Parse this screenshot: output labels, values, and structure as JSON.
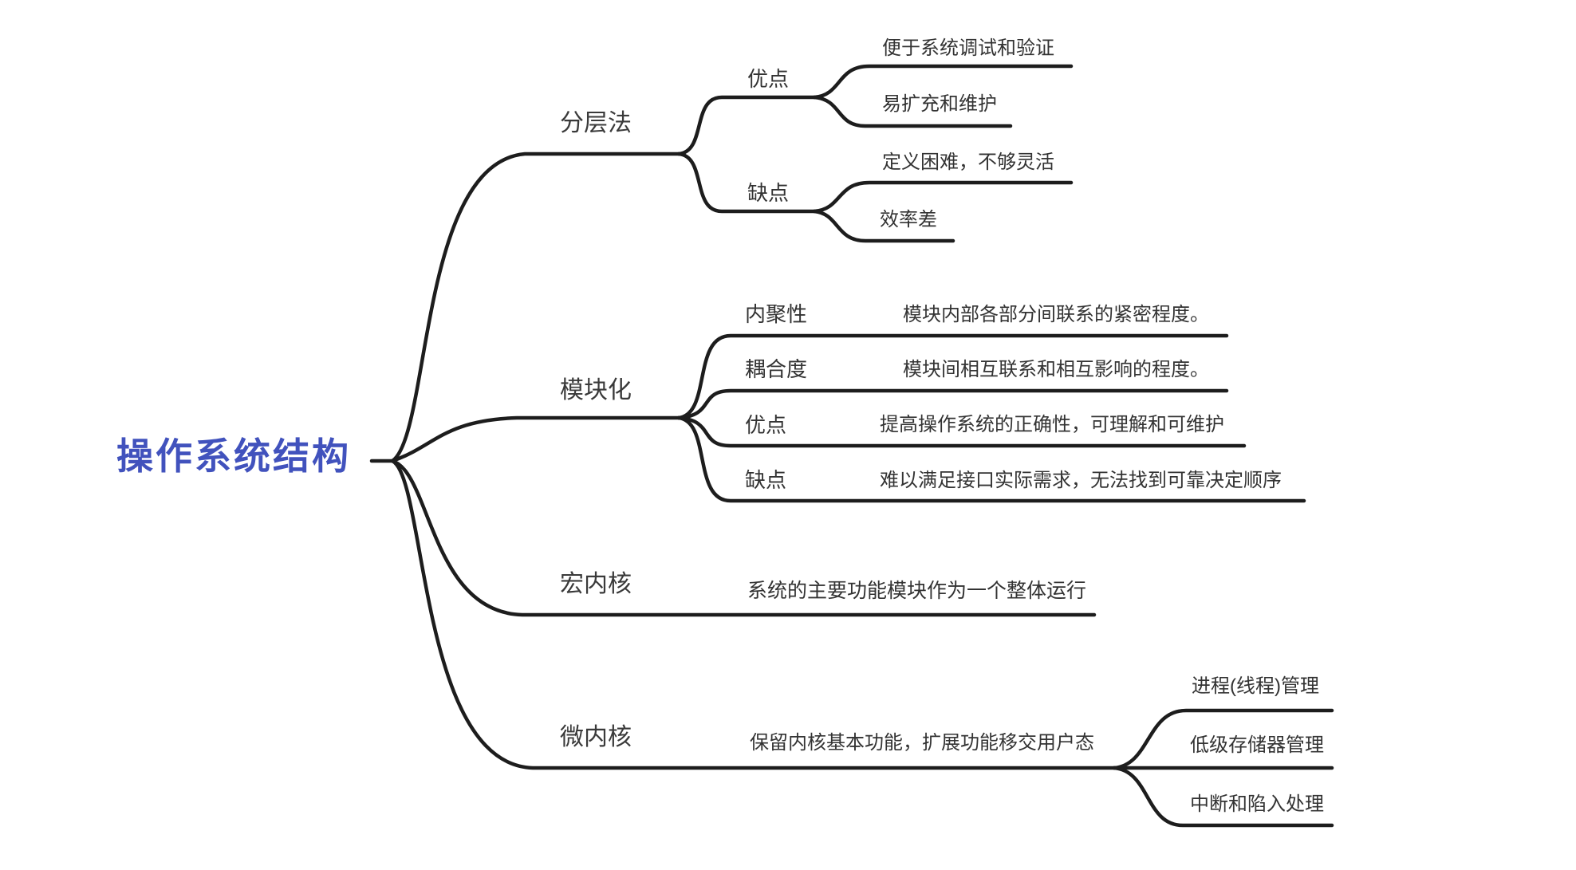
{
  "mindmap": {
    "root": {
      "label": "操作系统结构"
    },
    "branches": [
      {
        "label": "分层法",
        "children": [
          {
            "label": "优点",
            "children": [
              {
                "label": "便于系统调试和验证"
              },
              {
                "label": "易扩充和维护"
              }
            ]
          },
          {
            "label": "缺点",
            "children": [
              {
                "label": "定义困难，不够灵活"
              },
              {
                "label": "效率差"
              }
            ]
          }
        ]
      },
      {
        "label": "模块化",
        "children": [
          {
            "label": "内聚性",
            "note": "模块内部各部分间联系的紧密程度。"
          },
          {
            "label": "耦合度",
            "note": "模块间相互联系和相互影响的程度。"
          },
          {
            "label": "优点",
            "note": "提高操作系统的正确性，可理解和可维护"
          },
          {
            "label": "缺点",
            "note": "难以满足接口实际需求，无法找到可靠决定顺序"
          }
        ]
      },
      {
        "label": "宏内核",
        "note": "系统的主要功能模块作为一个整体运行"
      },
      {
        "label": "微内核",
        "note": "保留内核基本功能，扩展功能移交用户态",
        "children": [
          {
            "label": "进程(线程)管理"
          },
          {
            "label": "低级存储器管理"
          },
          {
            "label": "中断和陷入处理"
          }
        ]
      }
    ],
    "colors": {
      "root_text": "#4152bd",
      "line": "#1d1d1d",
      "text": "#2e2e2e",
      "background": "#ffffff"
    }
  }
}
